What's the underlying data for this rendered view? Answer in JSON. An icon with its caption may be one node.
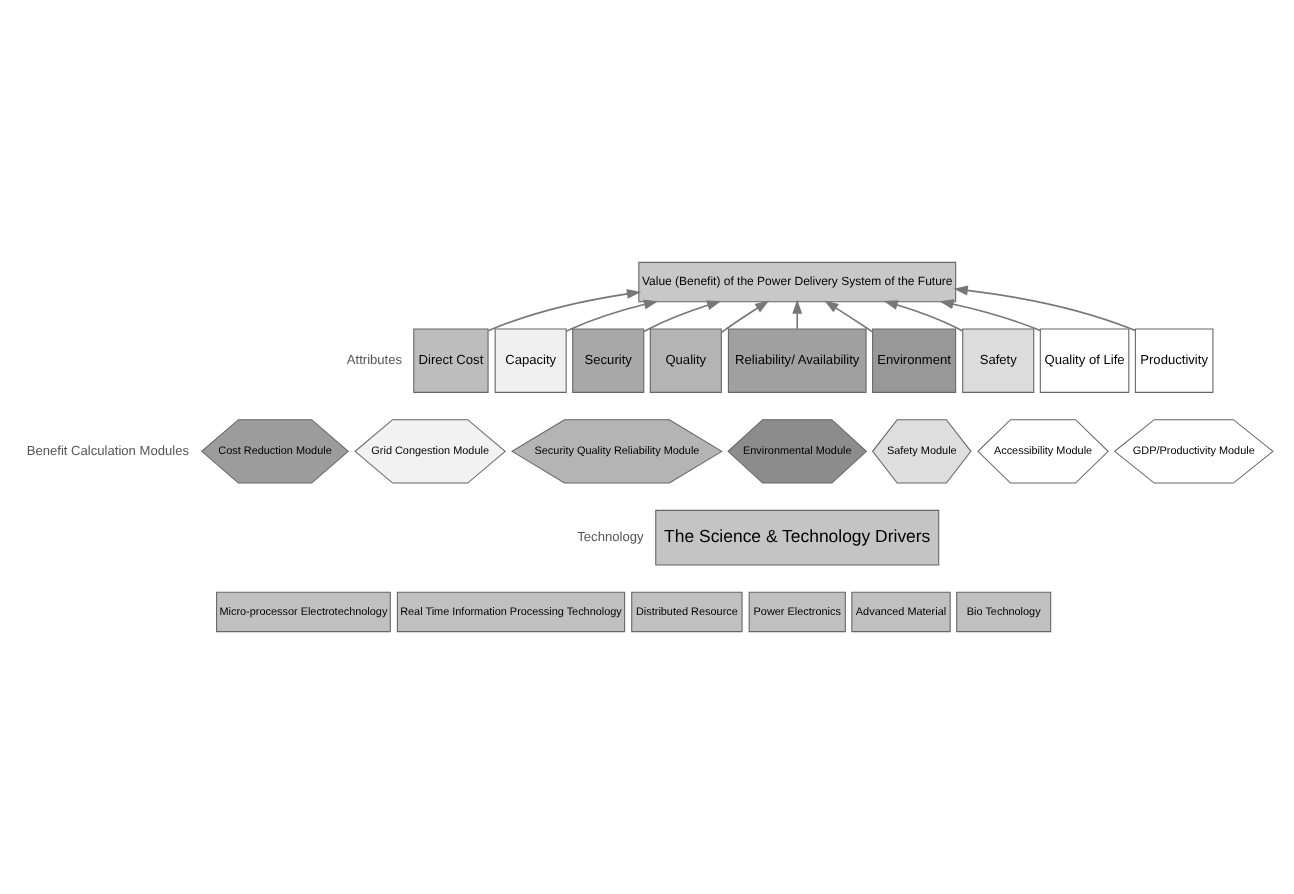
{
  "diagram": {
    "nodes": [
      {
        "text": [
          "Value (Benefit) of the Power Delivery System of the Future"
        ]
      },
      {
        "text": [
          "Direct Cost"
        ]
      },
      {
        "text": [
          "Capacity"
        ]
      },
      {
        "text": [
          "Security"
        ]
      },
      {
        "text": [
          "Quality"
        ]
      },
      {
        "text": [
          "Reliability/ Availability"
        ]
      },
      {
        "text": [
          "Environment"
        ]
      },
      {
        "text": [
          "Safety"
        ]
      },
      {
        "text": [
          "Quality of Life"
        ]
      },
      {
        "text": [
          "Productivity"
        ]
      },
      {
        "text": [
          "Cost Reduction Module"
        ]
      },
      {
        "text": [
          "Grid Congestion Module"
        ]
      },
      {
        "text": [
          "Security Quality Reliability Module"
        ]
      },
      {
        "text": [
          "Environmental Module"
        ]
      },
      {
        "text": [
          "Safety Module"
        ]
      },
      {
        "text": [
          "Accessibility Module"
        ]
      },
      {
        "text": [
          "GDP/Productivity Module"
        ]
      },
      {
        "text": [
          "The Science & Technology Drivers"
        ]
      },
      {
        "text": [
          "Micro-processor Electrotechnology"
        ]
      },
      {
        "text": [
          "Real Time Information Processing Technology"
        ]
      },
      {
        "text": [
          "Distributed Resource"
        ]
      },
      {
        "text": [
          "Power Electronics"
        ]
      },
      {
        "text": [
          "Advanced Material"
        ]
      },
      {
        "text": [
          "Bio Technology"
        ]
      }
    ],
    "edges": [
      {
        "from": 1,
        "to": 0,
        "arrow": "to"
      },
      {
        "from": 2,
        "to": 0,
        "arrow": "to"
      },
      {
        "from": 3,
        "to": 0,
        "arrow": "to"
      },
      {
        "from": 4,
        "to": 0,
        "arrow": "to"
      },
      {
        "from": 5,
        "to": 0,
        "arrow": "to"
      },
      {
        "from": 6,
        "to": 0,
        "arrow": "to"
      },
      {
        "from": 7,
        "to": 0,
        "arrow": "to"
      },
      {
        "from": 8,
        "to": 0,
        "arrow": "to"
      },
      {
        "from": 9,
        "to": 0,
        "arrow": "to"
      }
    ],
    "labels": [
      "Attributes",
      "Benefit Calculation Modules",
      "Technology"
    ]
  }
}
